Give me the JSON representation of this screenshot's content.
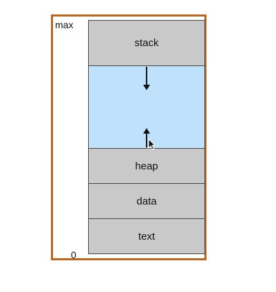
{
  "diagram": {
    "labels": {
      "max": "max",
      "zero": "0"
    },
    "segments": {
      "stack": "stack",
      "heap": "heap",
      "data": "data",
      "text": "text"
    },
    "colors": {
      "frame": "#c0631b",
      "segment": "#c9c9c9",
      "free_space": "#bfe1fb"
    },
    "icons": {
      "pointer": "mouse-pointer-icon"
    }
  }
}
